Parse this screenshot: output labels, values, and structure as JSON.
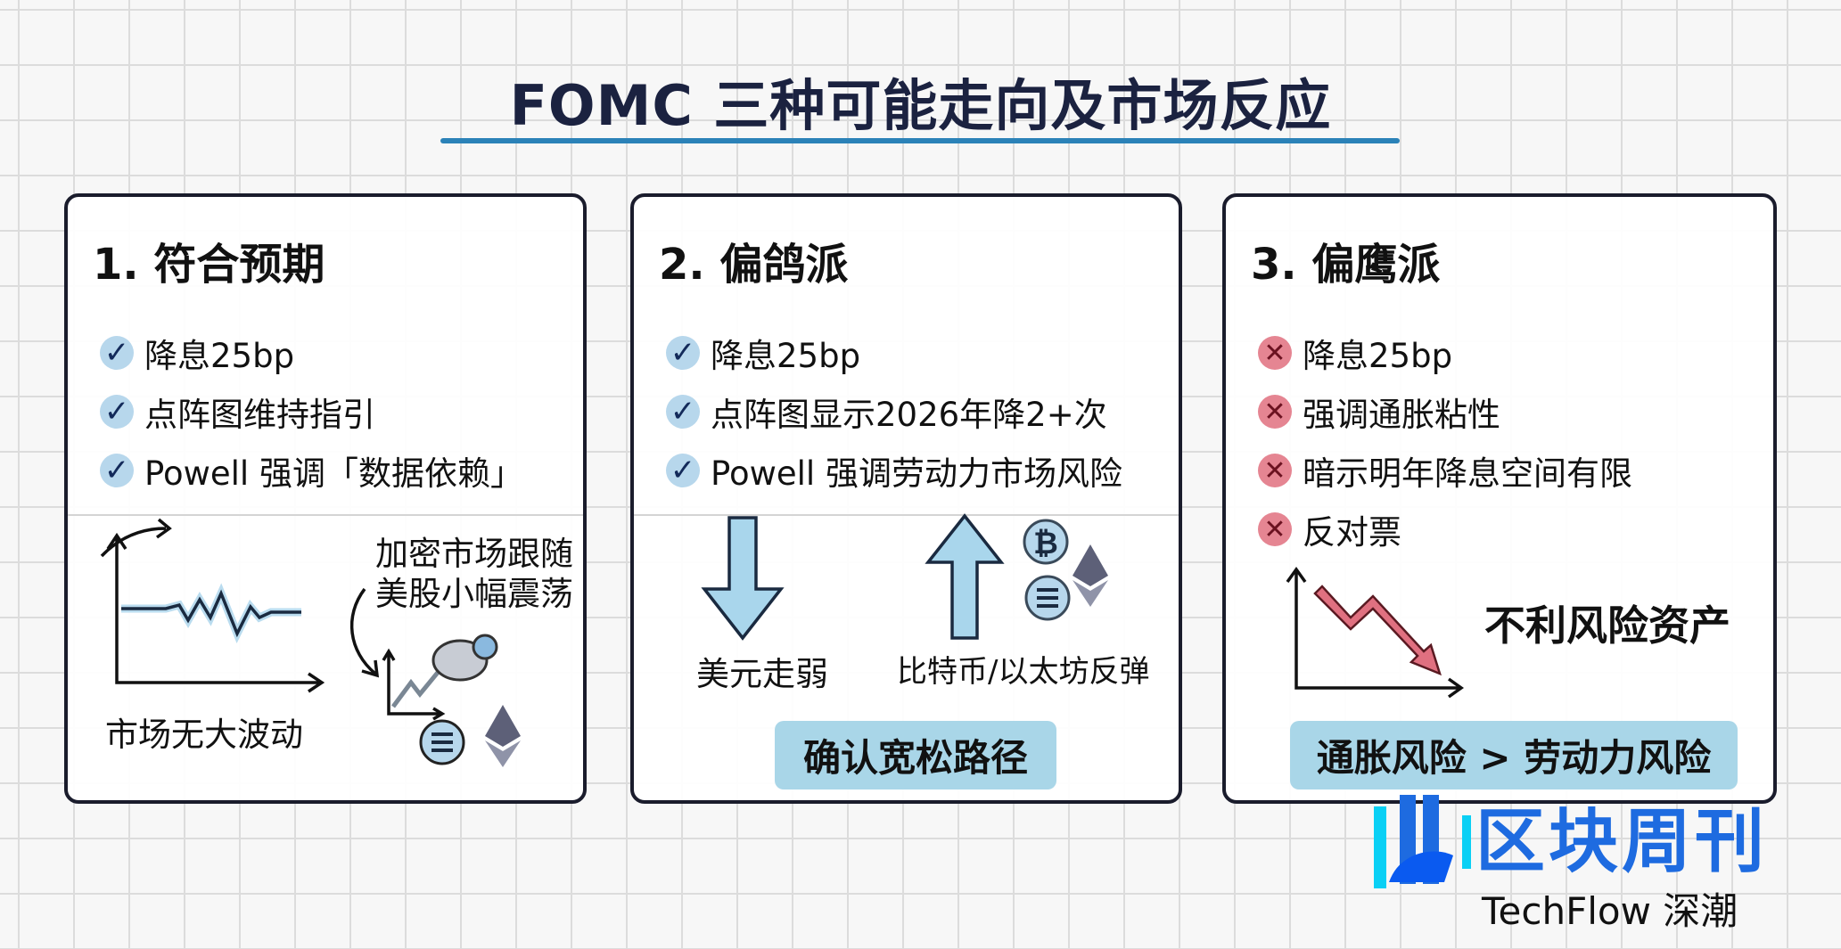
{
  "title": "FOMC 三种可能走向及市场反应",
  "colors": {
    "accent": "#2b82b8",
    "check": "#b7d7ec",
    "cross": "#e58592",
    "badge": "#a9d6e8",
    "logo_blue": "#1e6be0"
  },
  "panels": [
    {
      "heading": "1. 符合预期",
      "icon": "check-icon",
      "items": [
        "降息25bp",
        "点阵图维持指引",
        "Powell 强调「数据依赖」"
      ],
      "chart_caption": "市场无大波动",
      "note_line1": "加密市场跟随",
      "note_line2": "美股小幅震荡"
    },
    {
      "heading": "2. 偏鸽派",
      "icon": "check-icon",
      "items": [
        "降息25bp",
        "点阵图显示2026年降2+次",
        "Powell 强调劳动力市场风险"
      ],
      "left_caption": "美元走弱",
      "right_caption": "比特币/以太坊反弹",
      "badge": "确认宽松路径"
    },
    {
      "heading": "3. 偏鹰派",
      "icon": "cross-icon",
      "items": [
        "降息25bp",
        "强调通胀粘性",
        "暗示明年降息空间有限",
        "反对票"
      ],
      "side_text": "不利风险资产",
      "badge": "通胀风险 > 劳动力风险"
    }
  ],
  "logo": {
    "cn": "区块周刊",
    "en": "TechFlow 深潮"
  }
}
